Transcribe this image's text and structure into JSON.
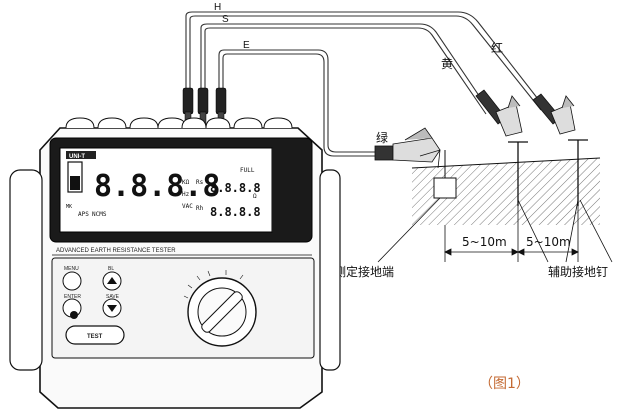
{
  "wires": {
    "h": "H",
    "s": "S",
    "e": "E"
  },
  "colors": {
    "green": "绿",
    "yellow": "黄",
    "red": "红"
  },
  "device": {
    "brand": "UNI-T",
    "title": "ADVANCED EARTH RESISTANCE TESTER",
    "buttons": {
      "menu": "MENU",
      "bl": "BL",
      "enter": "ENTER",
      "save": "SAVE",
      "test": "TEST"
    },
    "lcd": {
      "main": "8.8.8.8",
      "full": "FULL",
      "aps": "APS",
      "ncms": "NCMS",
      "unit_k": "KΩ",
      "unit_omega": "Ω",
      "hz": "Hz",
      "vac": "VAC",
      "rs": "Rs",
      "rh": "Rh",
      "mk": "MK"
    }
  },
  "distances": {
    "d1": "5~10m",
    "d2": "5~10m"
  },
  "labels": {
    "left": "被测定接地端",
    "right": "辅助接地钉"
  },
  "caption": "（图1）"
}
